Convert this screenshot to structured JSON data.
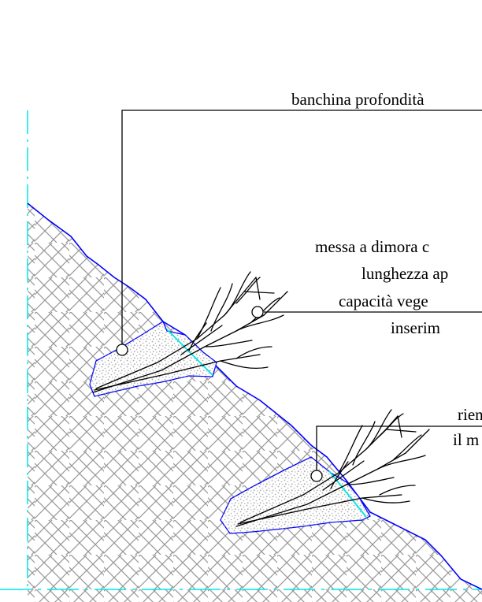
{
  "colors": {
    "ground_line": "#0000ff",
    "axis_line": "#00e5e5",
    "soil_hatch": "#9a9a9a",
    "backfill_dots": "#aaaaaa",
    "leader": "#000000",
    "branch": "#000000"
  },
  "labels": {
    "berm": "banchina profondità",
    "planting_line1": "messa a dimora c",
    "planting_line2": "lunghezza ap",
    "planting_line3": "capacità vege",
    "planting_line4": "inserim",
    "fill_line1": "rien",
    "fill_line2": "il m"
  }
}
